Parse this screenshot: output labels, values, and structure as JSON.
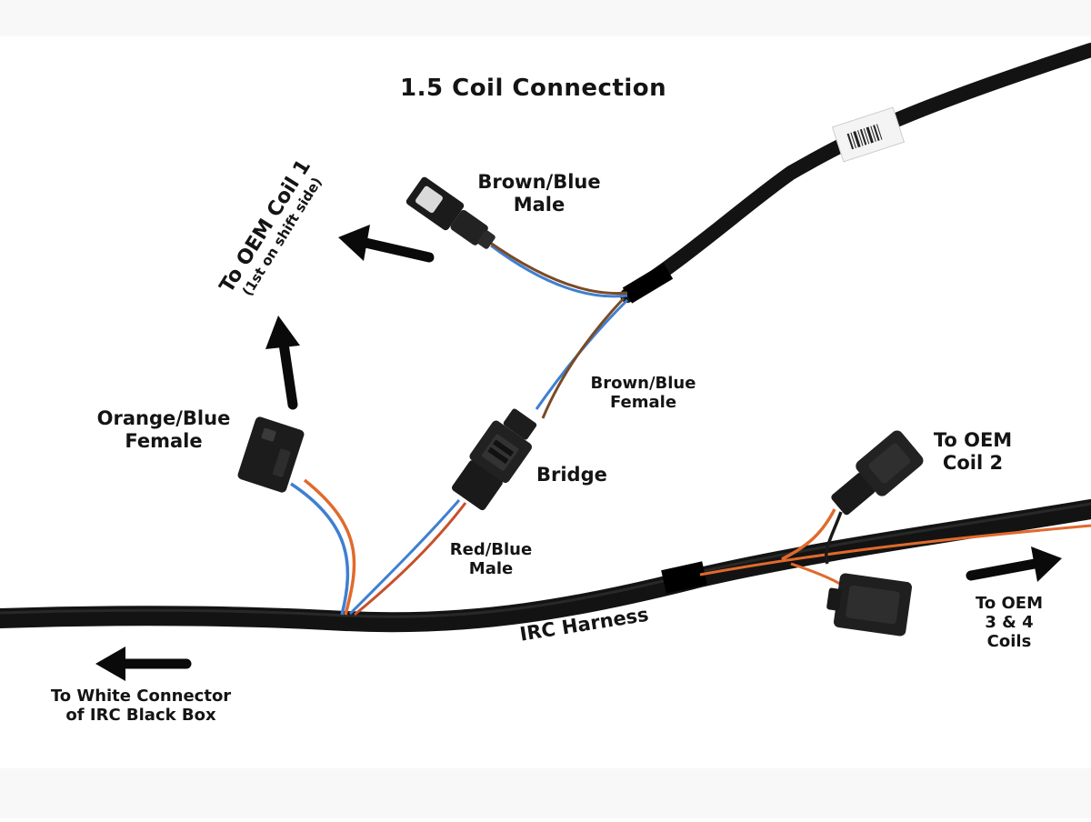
{
  "title": "1.5 Coil Connection",
  "labels": {
    "brown_blue_male": [
      "Brown/Blue",
      "Male"
    ],
    "to_oem_coil_1": "To OEM Coil 1",
    "coil_1_note": "(1st on shift side)",
    "orange_blue_female": [
      "Orange/Blue",
      "Female"
    ],
    "brown_blue_female": [
      "Brown/Blue",
      "Female"
    ],
    "bridge": "Bridge",
    "to_oem_coil_2": [
      "To OEM",
      "Coil 2"
    ],
    "red_blue_male": [
      "Red/Blue",
      "Male"
    ],
    "irc_harness": "IRC Harness",
    "to_oem_3_4": [
      "To OEM",
      "3 & 4",
      "Coils"
    ],
    "to_white_connector": [
      "To White Connector",
      "of IRC Black Box"
    ]
  },
  "colors": {
    "cable": "#141414",
    "wire_blue": "#3f7fd0",
    "wire_brown": "#7a4a25",
    "wire_orange": "#e06a2c",
    "wire_red": "#c8502a",
    "arrow": "#0a0a0a"
  }
}
